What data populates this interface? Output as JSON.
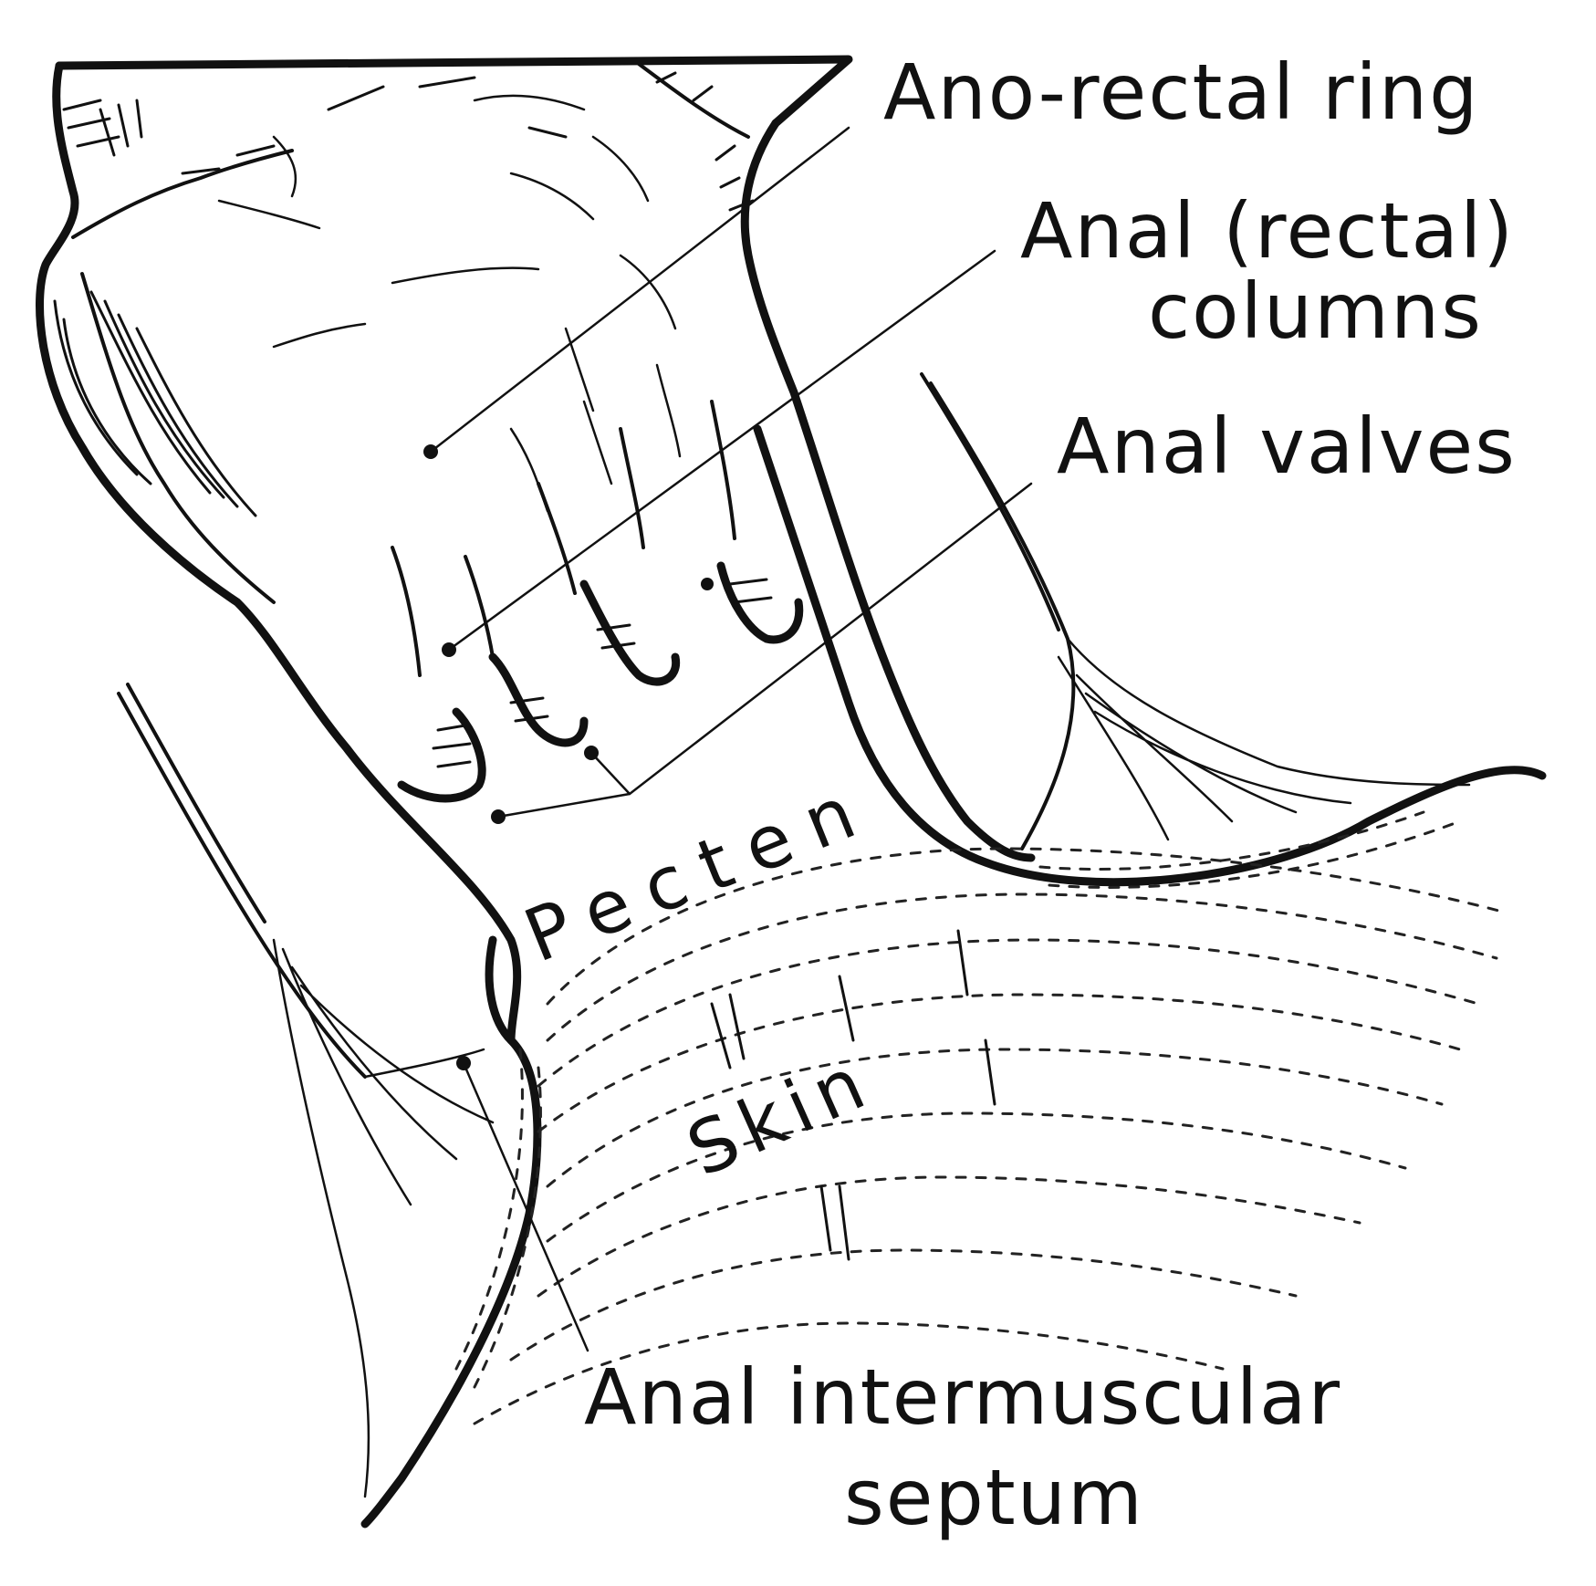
{
  "labels": {
    "anorectal_ring": "Ano-rectal ring",
    "anal_columns_line1": "Anal (rectal)",
    "anal_columns_line2": "columns",
    "anal_valves": "Anal valves",
    "pecten": "Pecten",
    "skin": "Skin",
    "septum_line1": "Anal intermuscular",
    "septum_line2": "septum"
  },
  "colors": {
    "ink": "#111111",
    "background": "#ffffff"
  }
}
